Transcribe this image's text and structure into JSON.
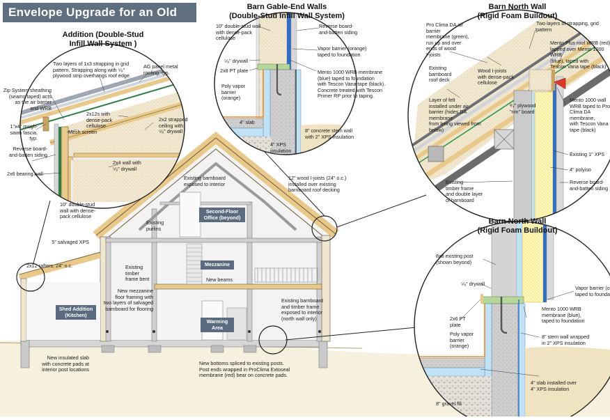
{
  "title": "Envelope Upgrade for an Old Barn",
  "headings": {
    "addition": [
      "Addition (Double-Stud",
      "Infill Wall System )"
    ],
    "gable": [
      "Barn Gable-End Walls",
      "(Double-Stud Infill Wall System)"
    ],
    "north_top": [
      "Barn North Wall",
      "(Rigid Foam Buildout)"
    ],
    "north_bottom": [
      "Barn North Wall",
      "(Rigid Foam Buildout)"
    ]
  },
  "rooms": {
    "office": [
      "Second-Floor",
      "Office (beyond)"
    ],
    "mezzanine": [
      "Mezzanine"
    ],
    "shed": [
      "Shed Addition",
      "(Kitchen)"
    ],
    "warming": [
      "Warming Area"
    ]
  },
  "labels": {
    "add_strapping": [
      "Two layers of 1x3 strapping in grid",
      "pattern. Strapping along with ⁵⁄₈\"",
      "plywood strip overhangs roof edge."
    ],
    "add_metal": [
      "AG panel metal",
      "roofing, typ."
    ],
    "add_zip": [
      "Zip System sheathing",
      "(seams taped) acts",
      "as the air barrier",
      "and WRB"
    ],
    "add_fascia": [
      "1\"x4\" rough-",
      "sawn fascia, typ."
    ],
    "add_mesh": [
      "Mesh screen"
    ],
    "add_2x12": [
      "2x12s with",
      "dense-pack",
      "cellulose"
    ],
    "add_2x2": [
      "2x2 strapped",
      "ceiling with",
      "⁵⁄₈\" drywall"
    ],
    "add_siding": [
      "Reverse board-",
      "and-batten siding"
    ],
    "add_2x4": [
      "2x4 wall with",
      "⁵⁄₈\" drywall"
    ],
    "add_2x6": [
      "2x6 bearing wall"
    ],
    "add_10": [
      "10\" double-stud",
      "wall with dense-",
      "pack cellulose"
    ],
    "g_10": [
      "10\" double-stud wall",
      "with dense-pack",
      "cellulose"
    ],
    "g_siding": [
      "Reverse board-",
      "and-batten siding"
    ],
    "g_drywall": [
      "⁵⁄₈\" drywall"
    ],
    "g_vapor": [
      "Vapor barrier (orange)",
      "taped to foundation"
    ],
    "g_pt": [
      "2x8 PT plate"
    ],
    "g_poly": [
      "Poly vapor",
      "barrier",
      "(orange)"
    ],
    "g_mento": [
      "Mento 1000 WRB membrane",
      "(blue) taped to foundation",
      "with Tescon Vana tape (black).",
      "Concrete treated with Tescon",
      "Primer RP prior to taping."
    ],
    "g_slab": [
      "4\" slab"
    ],
    "g_stem": [
      "8\" concrete stem wall",
      "with 2\" XPS insulation"
    ],
    "g_xps": [
      "4\" XPS",
      "insulation"
    ],
    "nt_proclima": [
      "Pro Clima DA air barrier",
      "membrane (green),",
      "run up and over",
      "ends of wood",
      "I-joists"
    ],
    "nt_strapping": [
      "Two layers of strapping, grid pattern"
    ],
    "nt_mento_plus": [
      "Mento Plus roof WRB (red)",
      "lapped over Mento 1000 WRB",
      "(blue), taped with",
      "Tescon Vana tape (black)"
    ],
    "nt_ijoists": [
      "Wood I-joists",
      "with dense-pack",
      "cellulose"
    ],
    "nt_existing": [
      "Existing",
      "bamboard",
      "roof deck"
    ],
    "nt_plywood": [
      "³⁄₄\" plywood",
      "\"rim\" board"
    ],
    "nt_felt": [
      "Layer of felt",
      "installed under air",
      "barrier (hides DA membrane",
      "from being viewed from below)"
    ],
    "nt_mento1000": [
      "Mento 1000 wall",
      "WRB taped to Pro",
      "Clima DA membrane,",
      "with Tescon Vana",
      "tape (black)"
    ],
    "nt_1xps": [
      "Existing 1\" XPS"
    ],
    "nt_polyiso": [
      "4\" polyiso"
    ],
    "nt_timber": [
      "Existing",
      "timber frame",
      "and double layer",
      "of barnboard"
    ],
    "nt_siding": [
      "Reverse board-",
      "and-batten siding"
    ],
    "nb_post": [
      "8x8 existing post",
      "(shown beyond)"
    ],
    "nb_drywall": [
      "⁵⁄₈\" drywall"
    ],
    "nb_vapor": [
      "Vapor barrier (orange)",
      "taped to foundation"
    ],
    "nb_pt": [
      "2x6 PT plate"
    ],
    "nb_mento": [
      "Mento 1000 WRB",
      "membrane (blue),",
      "taped to foundation"
    ],
    "nb_poly": [
      "Poly vapor",
      "barrier",
      "(orange)"
    ],
    "nb_stem": [
      "8\" stem wall wrapped",
      "in 2\" XPS insulation"
    ],
    "nb_slab": [
      "4\" slab installed over",
      "4\" XPS insulation"
    ],
    "nb_gravel": [
      "8\" gravel fill"
    ],
    "m_barnboard_int": [
      "Existing barnboard",
      "exposed to interior"
    ],
    "m_ijoists": [
      "12\" wood I-joists (24\" o.c.)",
      "installed over existing",
      "barnboard roof decking"
    ],
    "m_purlins": [
      "Existing",
      "purlins"
    ],
    "m_xps5": [
      "5\" salvaged XPS"
    ],
    "m_bent": [
      "Existing",
      "timber",
      "frame bent"
    ],
    "m_rafters": [
      "2x12 rafters, 24\" o.c."
    ],
    "m_beams": [
      "New beams"
    ],
    "m_mezz": [
      "New mezzanine",
      "floor framing with",
      "two layers of salvaged",
      "barnboard for flooring"
    ],
    "m_north": [
      "Existing barnboard",
      "and timber frame",
      "exposed to interior",
      "(north wall only)"
    ],
    "m_slab": [
      "New insulated slab",
      "with concrete pads at",
      "interior post locations"
    ],
    "m_bottoms": [
      "New bottoms spliced to existing posts.",
      "Post ends wrapped in ProClima Extoseal",
      "membrane (red) bear on concrete pads."
    ]
  },
  "colors": {
    "title_bg": "#5f6f7f",
    "room_bg": "#5a6b80",
    "wood": "#e9c98a",
    "wood_dark": "#c9a461",
    "cellulose": "#f1e7cf",
    "concrete": "#c9c9c9",
    "xps_blue": "#bfe3f5",
    "polyiso": "#fff2a0",
    "membrane_green": "#3a9a4a",
    "membrane_blue": "#2f6fc9",
    "membrane_red": "#d83a2a",
    "vapor_orange": "#f08a24",
    "ground": "#efe3c2"
  }
}
